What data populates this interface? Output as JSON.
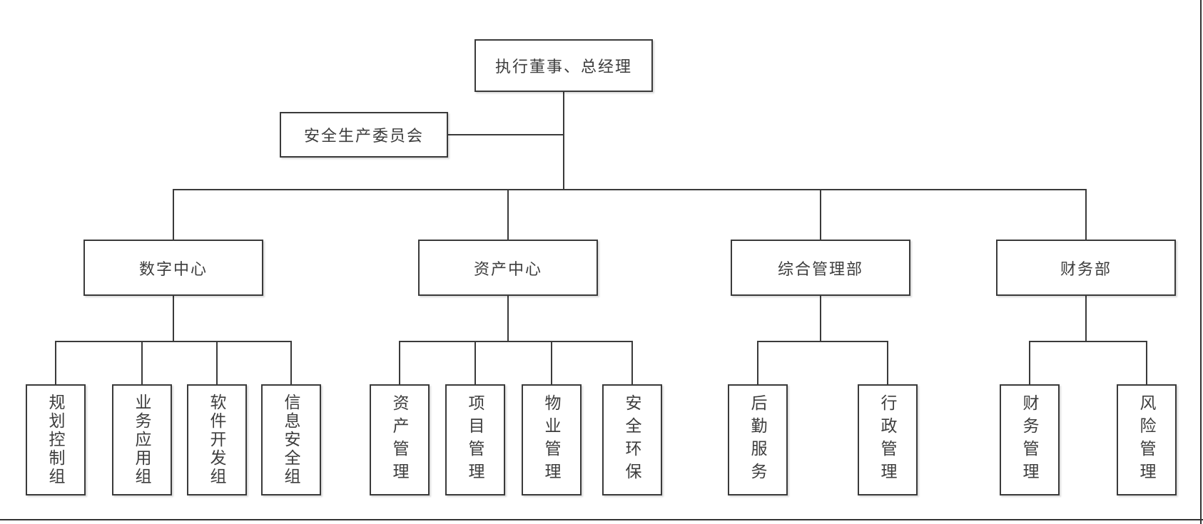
{
  "chart": {
    "type": "org-chart",
    "root": {
      "label": "执行董事、总经理"
    },
    "committee": {
      "label": "安全生产委员会"
    },
    "departments": [
      {
        "label": "数字中心",
        "children": [
          "规划控制组",
          "业务应用组",
          "软件开发组",
          "信息安全组"
        ]
      },
      {
        "label": "资产中心",
        "children": [
          "资产管理",
          "项目管理",
          "物业管理",
          "安全环保"
        ]
      },
      {
        "label": "综合管理部",
        "children": [
          "后勤服务",
          "行政管理"
        ]
      },
      {
        "label": "财务部",
        "children": [
          "财务管理",
          "风险管理"
        ]
      }
    ],
    "colors": {
      "line": "#3a3a3a",
      "text": "#3d3d3d",
      "background": "#ffffff"
    }
  }
}
